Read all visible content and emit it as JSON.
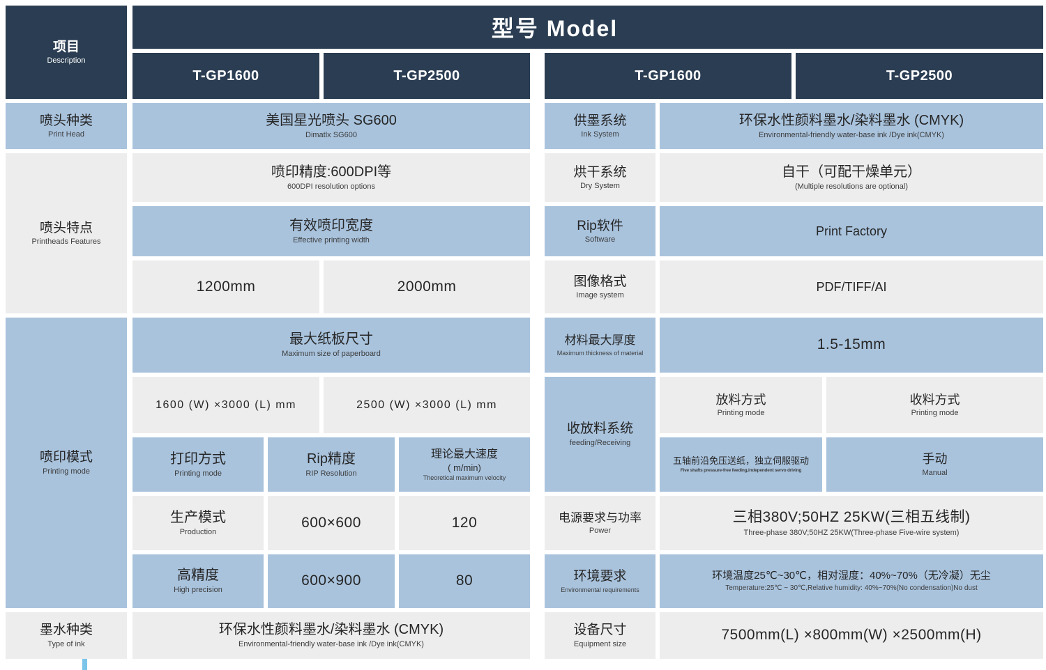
{
  "colors": {
    "header_navy": "#2a3d52",
    "cell_blue": "#a9c3dd",
    "cell_gray": "#ededee",
    "accent_tick_blue": "#7cc4ea",
    "text_dark": "#262626"
  },
  "header": {
    "item": {
      "zh": "项目",
      "en": "Description"
    },
    "model_title": "型号 Model",
    "left_models": [
      "T-GP1600",
      "T-GP2500"
    ],
    "right_models": [
      "T-GP1600",
      "T-GP2500"
    ]
  },
  "left": {
    "print_head": {
      "label": {
        "zh": "喷头种类",
        "en": "Print Head"
      },
      "value": {
        "zh": "美国星光喷头 SG600",
        "en": "Dimatlx SG600"
      }
    },
    "features": {
      "label": {
        "zh": "喷头特点",
        "en": "Printheads Features"
      },
      "resolution": {
        "zh": "喷印精度:600DPI等",
        "en": "600DPI resolution options"
      },
      "effective_width": {
        "zh": "有效喷印宽度",
        "en": "Effective printing width"
      },
      "width_gp1600": "1200mm",
      "width_gp2500": "2000mm"
    },
    "printing_mode": {
      "label": {
        "zh": "喷印模式",
        "en": "Printing mode"
      },
      "max_board": {
        "zh": "最大纸板尺寸",
        "en": "Maximum size of paperboard"
      },
      "size_gp1600": "1600 (W) ×3000 (L) mm",
      "size_gp2500": "2500 (W) ×3000 (L) mm",
      "col_mode": {
        "zh": "打印方式",
        "en": "Printing mode"
      },
      "col_rip": {
        "zh": "Rip精度",
        "en": "RIP Resolution"
      },
      "col_speed": {
        "zh": "理论最大速度",
        "unit": "( m/min)",
        "en": "Theoretical maximum velocity"
      },
      "production": {
        "zh": "生产模式",
        "en": "Production",
        "rip": "600×600",
        "speed": "120"
      },
      "high_precision": {
        "zh": "高精度",
        "en": "High precision",
        "rip": "600×900",
        "speed": "80"
      }
    },
    "ink_type": {
      "label": {
        "zh": "墨水种类",
        "en": "Type of ink"
      },
      "value": {
        "zh": "环保水性颜料墨水/染料墨水 (CMYK)",
        "en": "Environmental-friendly water-base ink /Dye ink(CMYK)"
      }
    }
  },
  "right": {
    "ink_system": {
      "label": {
        "zh": "供墨系统",
        "en": "Ink System"
      },
      "value": {
        "zh": "环保水性颜料墨水/染料墨水 (CMYK)",
        "en": "Environmental-friendly water-base ink /Dye ink(CMYK)"
      }
    },
    "dry_system": {
      "label": {
        "zh": "烘干系统",
        "en": "Dry System"
      },
      "value": {
        "zh": "自干（可配干燥单元）",
        "en": "(Multiple resolutions are optional)"
      }
    },
    "rip_software": {
      "label": {
        "zh": "Rip软件",
        "en": "Software"
      },
      "value": "Print Factory"
    },
    "image_format": {
      "label": {
        "zh": "图像格式",
        "en": "Image system"
      },
      "value": "PDF/TIFF/AI"
    },
    "max_thickness": {
      "label": {
        "zh": "材料最大厚度",
        "en": "Maximum thickness of material"
      },
      "value": "1.5-15mm"
    },
    "feeding": {
      "label": {
        "zh": "收放料系统",
        "en": "feeding/Receiving"
      },
      "feed_header": {
        "zh": "放料方式",
        "en": "Printing mode"
      },
      "receive_header": {
        "zh": "收料方式",
        "en": "Printing mode"
      },
      "feed_value": {
        "zh": "五轴前沿免压送纸，独立伺服驱动",
        "en": "Five shafts pressure-free feeding,independent servo driving"
      },
      "receive_value": {
        "zh": "手动",
        "en": "Manual"
      }
    },
    "power": {
      "label": {
        "zh": "电源要求与功率",
        "en": "Power"
      },
      "value": {
        "zh": "三相380V;50HZ 25KW(三相五线制)",
        "en": "Three-phase 380V;50HZ 25KW(Three-phase Five-wire system)"
      }
    },
    "environment": {
      "label": {
        "zh": "环境要求",
        "en": "Environmental requirements"
      },
      "value": {
        "zh": "环境温度25℃~30℃，相对湿度：40%~70%（无冷凝）无尘",
        "en": "Temperature:25℃ ~ 30℃,Relative humidity: 40%~70%(No condensation)No dust"
      }
    },
    "equipment_size": {
      "label": {
        "zh": "设备尺寸",
        "en": "Equipment size"
      },
      "value": "7500mm(L)  ×800mm(W)  ×2500mm(H)"
    }
  }
}
